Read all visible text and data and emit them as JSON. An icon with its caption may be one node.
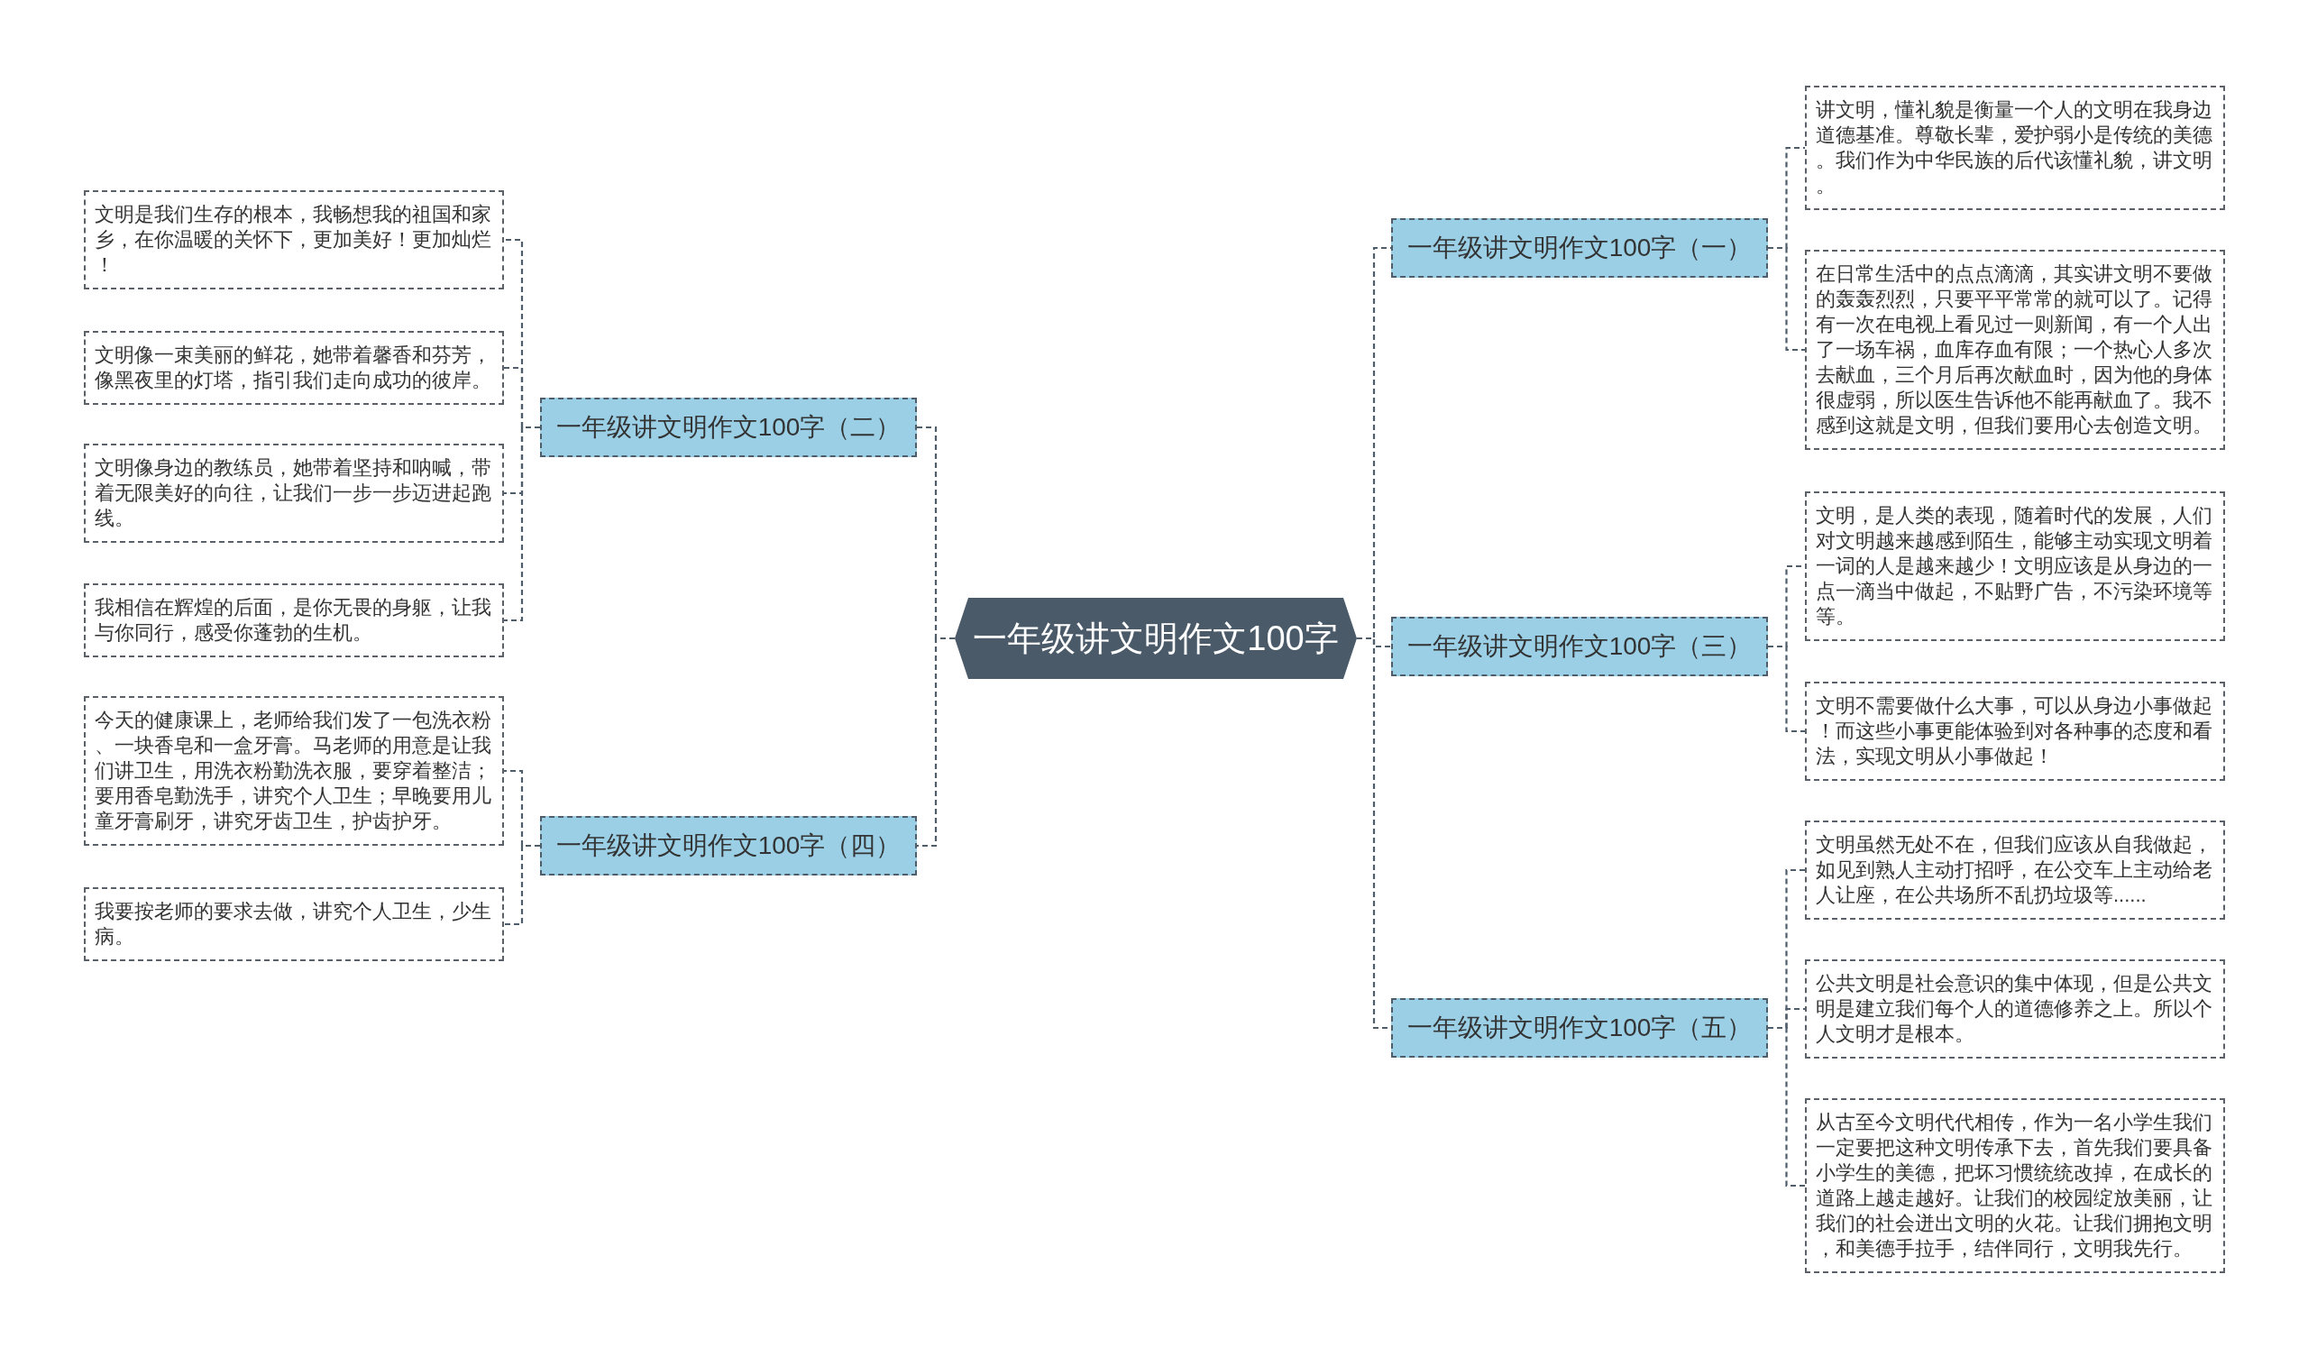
{
  "diagram": {
    "nodes": [
      {
        "text": [
          "一年级讲文明作文100字"
        ]
      },
      {
        "text": [
          "一年级讲文明作文100字（一）"
        ]
      },
      {
        "text": [
          "讲文明，懂礼貌是衡量一个人的文明在我身边道德基准。尊敬长辈，爱护弱小是传统的美德。我们作为中华民族的后代该懂礼貌，讲文明。"
        ]
      },
      {
        "text": [
          "在日常生活中的点点滴滴，其实讲文明不要做的轰轰烈烈，只要平平常常的就可以了。记得有一次在电视上看见过一则新闻，有一个人出了一场车祸，血库存血有限；一个热心人多次去献血，三个月后再次献血时，因为他的身体很虚弱，所以医生告诉他不能再献血了。我不感到这就是文明，但我们要用心去创造文明。"
        ]
      },
      {
        "text": [
          "一年级讲文明作文100字（二）"
        ]
      },
      {
        "text": [
          "文明是我们生存的根本，我畅想我的祖国和家乡，在你温暖的关怀下，更加美好！更加灿烂！"
        ]
      },
      {
        "text": [
          "文明像一束美丽的鲜花，她带着馨香和芬芳，像黑夜里的灯塔，指引我们走向成功的彼岸。"
        ]
      },
      {
        "text": [
          "文明像身边的教练员，她带着坚持和呐喊，带着无限美好的向往，让我们一步一步迈进起跑线。"
        ]
      },
      {
        "text": [
          "我相信在辉煌的后面，是你无畏的身躯，让我与你同行，感受你蓬勃的生机。"
        ]
      },
      {
        "text": [
          "一年级讲文明作文100字（三）"
        ]
      },
      {
        "text": [
          "文明，是人类的表现，随着时代的发展，人们对文明越来越感到陌生，能够主动实现文明着一词的人是越来越少！文明应该是从身边的一点一滴当中做起，不贴野广告，不污染环境等等。"
        ]
      },
      {
        "text": [
          "文明不需要做什么大事，可以从身边小事做起！而这些小事更能体验到对各种事的态度和看法，实现文明从小事做起！"
        ]
      },
      {
        "text": [
          "一年级讲文明作文100字（四）"
        ]
      },
      {
        "text": [
          "今天的健康课上，老师给我们发了一包洗衣粉、一块香皂和一盒牙膏。马老师的用意是让我们讲卫生，用洗衣粉勤洗衣服，要穿着整洁；要用香皂勤洗手，讲究个人卫生；早晚要用儿童牙膏刷牙，讲究牙齿卫生，护齿护牙。"
        ]
      },
      {
        "text": [
          "我要按老师的要求去做，讲究个人卫生，少生病。"
        ]
      },
      {
        "text": [
          "一年级讲文明作文100字（五）"
        ]
      },
      {
        "text": [
          "文明虽然无处不在，但我们应该从自我做起，如见到熟人主动打招呼，在公交车上主动给老人让座，在公共场所不乱扔垃圾等......"
        ]
      },
      {
        "text": [
          "公共文明是社会意识的集中体现，但是公共文明是建立我们每个人的道德修养之上。所以个人文明才是根本。"
        ]
      },
      {
        "text": [
          "从古至今文明代代相传，作为一名小学生我们一定要把这种文明传承下去，首先我们要具备小学生的美德，把坏习惯统统改掉，在成长的道路上越走越好。让我们的校园绽放美丽，让我们的社会迸出文明的火花。让我们拥抱文明，和美德手拉手，结伴同行，文明我先行。"
        ]
      }
    ],
    "edges": [
      {
        "from": 0,
        "to": 1,
        "arrow": "none",
        "style": "dashed"
      },
      {
        "from": 1,
        "to": 2,
        "arrow": "none",
        "style": "dashed"
      },
      {
        "from": 1,
        "to": 3,
        "arrow": "none",
        "style": "dashed"
      },
      {
        "from": 0,
        "to": 4,
        "arrow": "none",
        "style": "dashed"
      },
      {
        "from": 4,
        "to": 5,
        "arrow": "none",
        "style": "dashed"
      },
      {
        "from": 4,
        "to": 6,
        "arrow": "none",
        "style": "dashed"
      },
      {
        "from": 4,
        "to": 7,
        "arrow": "none",
        "style": "dashed"
      },
      {
        "from": 4,
        "to": 8,
        "arrow": "none",
        "style": "dashed"
      },
      {
        "from": 0,
        "to": 9,
        "arrow": "none",
        "style": "dashed"
      },
      {
        "from": 9,
        "to": 10,
        "arrow": "none",
        "style": "dashed"
      },
      {
        "from": 9,
        "to": 11,
        "arrow": "none",
        "style": "dashed"
      },
      {
        "from": 0,
        "to": 12,
        "arrow": "none",
        "style": "dashed"
      },
      {
        "from": 12,
        "to": 13,
        "arrow": "none",
        "style": "dashed"
      },
      {
        "from": 12,
        "to": 14,
        "arrow": "none",
        "style": "dashed"
      },
      {
        "from": 0,
        "to": 15,
        "arrow": "none",
        "style": "dashed"
      },
      {
        "from": 15,
        "to": 16,
        "arrow": "none",
        "style": "dashed"
      },
      {
        "from": 15,
        "to": 17,
        "arrow": "none",
        "style": "dashed"
      },
      {
        "from": 15,
        "to": 18,
        "arrow": "none",
        "style": "dashed"
      }
    ]
  }
}
